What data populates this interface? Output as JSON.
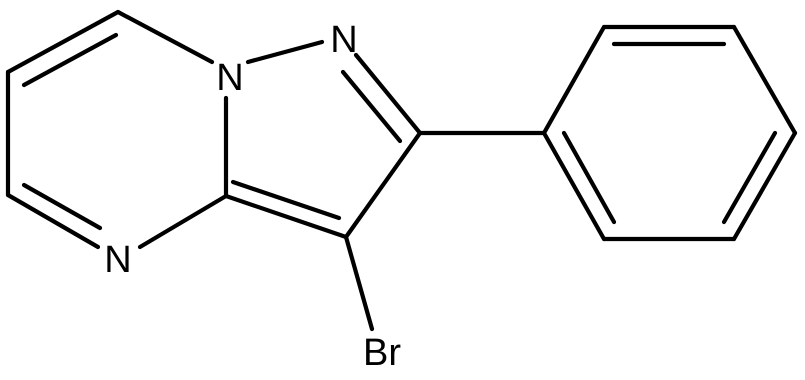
{
  "molecule": {
    "atoms": {
      "n1": "N",
      "n2": "N",
      "n3": "N",
      "br": "Br"
    }
  }
}
